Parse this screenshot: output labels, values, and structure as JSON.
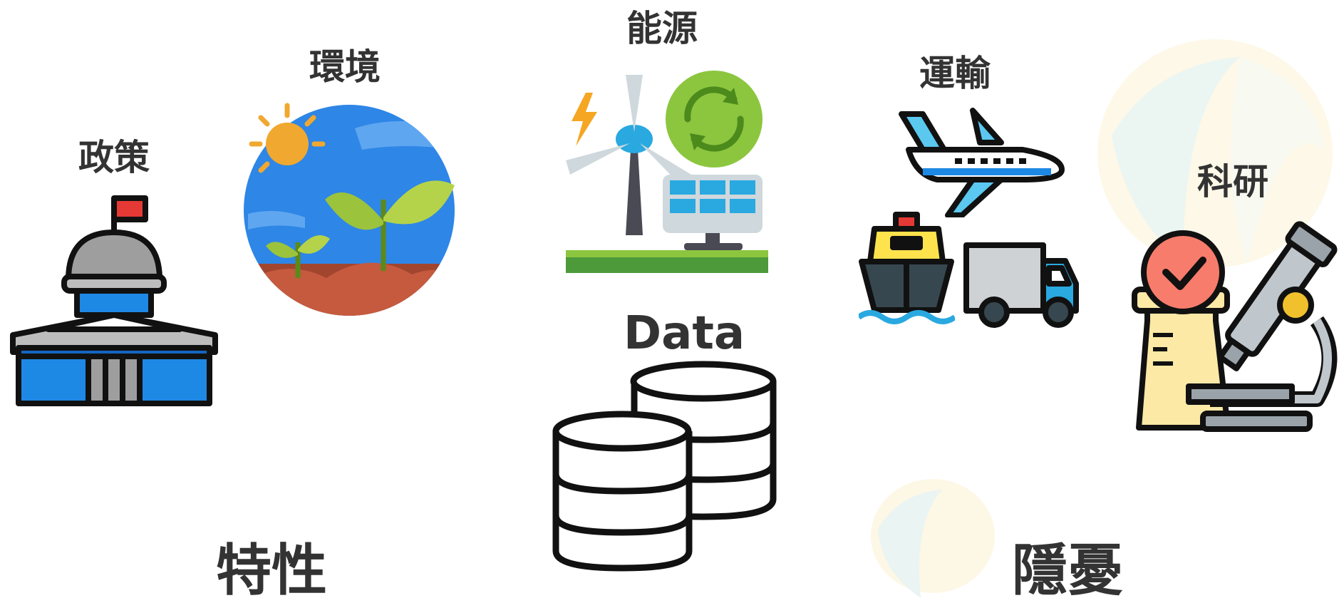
{
  "labels": {
    "policy": "政策",
    "environment": "環境",
    "energy": "能源",
    "transport": "運輸",
    "research": "科研",
    "data": "Data",
    "traits": "特性",
    "concerns": "隱憂"
  },
  "icons": {
    "policy": "government-building-icon",
    "environment": "earth-plant-icon",
    "energy": "renewable-energy-icon",
    "transport_air": "airplane-icon",
    "transport_sea": "ship-icon",
    "transport_land": "truck-icon",
    "research": "microscope-icon",
    "data": "database-icon"
  },
  "colors": {
    "text": "#333333",
    "blue": "#1e90e6",
    "green": "#8cc63f",
    "orange": "#f5a623",
    "dark": "#333333"
  }
}
